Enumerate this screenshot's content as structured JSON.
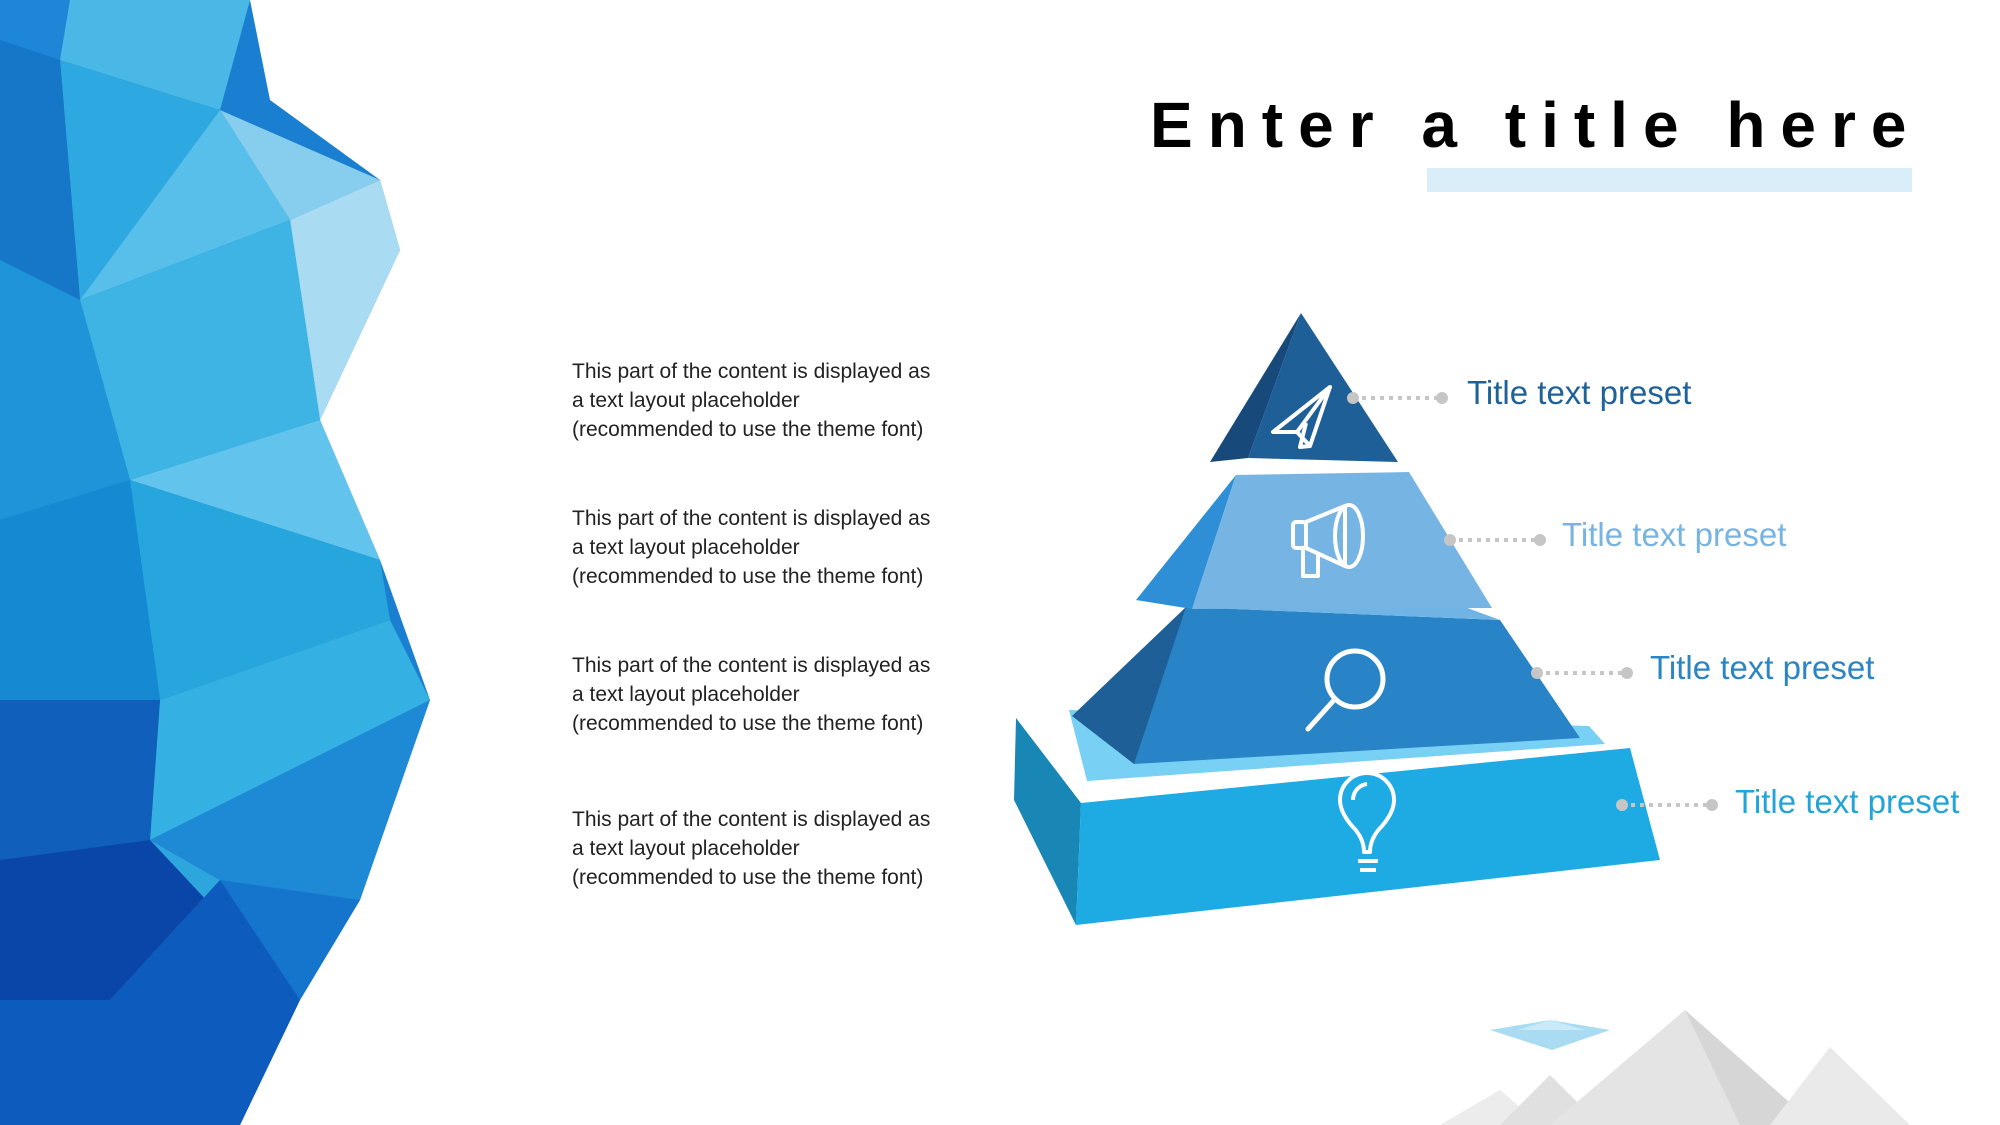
{
  "title": "Enter a title here",
  "colors": {
    "accent_light": "#daeef9",
    "connector": "#c6c6c6",
    "text_dark": "#222222",
    "mountain_grey": "#e4e4e4"
  },
  "descriptions": [
    {
      "lines": [
        "This part of the content is displayed as",
        "a text layout placeholder",
        "(recommended to use the theme font)"
      ]
    },
    {
      "lines": [
        "This part of the content is displayed as",
        "a text layout placeholder",
        "(recommended to use the theme font)"
      ]
    },
    {
      "lines": [
        "This part of the content is displayed as",
        "a text layout placeholder",
        "(recommended to use the theme font)"
      ]
    },
    {
      "lines": [
        "This part of the content is displayed as",
        "a text layout placeholder",
        "(recommended to use the theme font)"
      ]
    }
  ],
  "levels": [
    {
      "label": "Title text preset",
      "icon": "paper-plane-icon",
      "color": "#1e6299"
    },
    {
      "label": "Title text preset",
      "icon": "megaphone-icon",
      "color": "#77b4e2"
    },
    {
      "label": "Title text preset",
      "icon": "magnifier-icon",
      "color": "#2b84c4"
    },
    {
      "label": "Title text preset",
      "icon": "lightbulb-icon",
      "color": "#22a4d8"
    }
  ]
}
